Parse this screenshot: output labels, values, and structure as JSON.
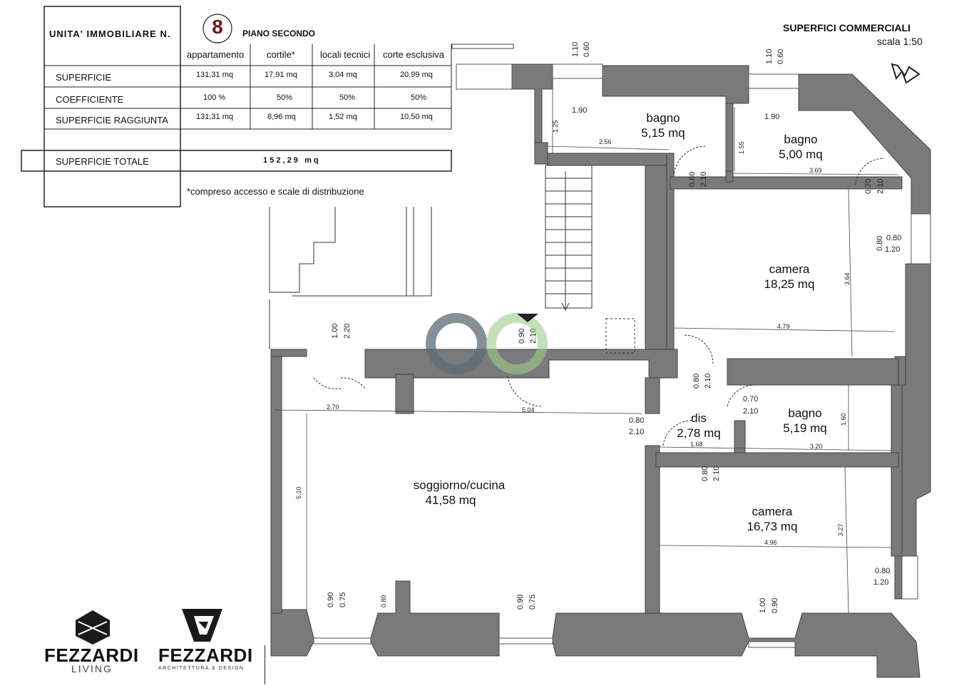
{
  "info_table": {
    "unit_label": "UNITA' IMMOBILIARE N.",
    "unit_number": "8",
    "floor_label": "PIANO SECONDO",
    "columns": [
      "appartamento",
      "cortile*",
      "locali tecnici",
      "corte esclusiva"
    ],
    "rows": [
      {
        "label": "SUPERFICIE",
        "values": [
          "131,31 mq",
          "17,91 mq",
          "3,04 mq",
          "20,99 mq"
        ]
      },
      {
        "label": "COEFFICIENTE",
        "values": [
          "100 %",
          "50%",
          "50%",
          "50%"
        ]
      },
      {
        "label": "SUPERFICIE RAGGIUNTA",
        "values": [
          "131,31 mq",
          "8,96 mq",
          "1,52 mq",
          "10,50 mq"
        ]
      }
    ],
    "total_label": "SUPERFICIE TOTALE",
    "total_value": "1 5 2 , 2 9   m q",
    "footnote": "*compreso accesso e scale di distribuzione"
  },
  "header": {
    "title": "SUPERFICI COMMERCIALI",
    "scale": "scala 1:50"
  },
  "rooms": [
    {
      "name": "bagno",
      "area": "5,15 mq"
    },
    {
      "name": "bagno",
      "area": "5,00 mq"
    },
    {
      "name": "camera",
      "area": "18,25 mq"
    },
    {
      "name": "dis",
      "area": "2,78 mq"
    },
    {
      "name": "bagno",
      "area": "5,19 mq"
    },
    {
      "name": "soggiorno/cucina",
      "area": "41,58 mq"
    },
    {
      "name": "camera",
      "area": "16,73 mq"
    }
  ],
  "dimensions": {
    "d1": "1.10",
    "d2": "0.60",
    "d3": "1.10",
    "d4": "0.60",
    "d5": "1.90",
    "d6": "1.90",
    "d7": "1.25",
    "d8": "2.56",
    "d9": "1.55",
    "d10": "3.69",
    "d11": "0.80",
    "d12": "2.10",
    "d13": "0.70",
    "d14": "2.10",
    "d15": "0.80",
    "d16": "0.80",
    "d17": "1.20",
    "d18": "3.64",
    "d19": "4.79",
    "d20": "1.00",
    "d21": "2.20",
    "d22": "0.90",
    "d23": "2.10",
    "d24": "0.80",
    "d25": "2.10",
    "d26": "0.70",
    "d27": "2.10",
    "d28": "1.60",
    "d29": "2.70",
    "d30": "5.04",
    "d31": "0.80",
    "d32": "2.10",
    "d33": "1.68",
    "d34": "3.20",
    "d35": "0.80",
    "d36": "2.10",
    "d37": "5.10",
    "d38": "3.27",
    "d39": "4.96",
    "d40": "0.80",
    "d41": "1.20",
    "d42": "0.90",
    "d43": "0.75",
    "d44": "0.80",
    "d45": "0.90",
    "d46": "0.75",
    "d47": "1.00",
    "d48": "0.90"
  },
  "logos": {
    "living_name": "FEZZARDI",
    "living_sub": "LIVING",
    "arch_name": "FEZZARDI",
    "arch_sub": "ARCHITETTURA & DESIGN"
  },
  "colors": {
    "wall": "#7a7a7a",
    "watermark_gray": "#5d6b75",
    "watermark_green": "#9ccc8a",
    "unit_circle_text": "#6b1a1a"
  }
}
